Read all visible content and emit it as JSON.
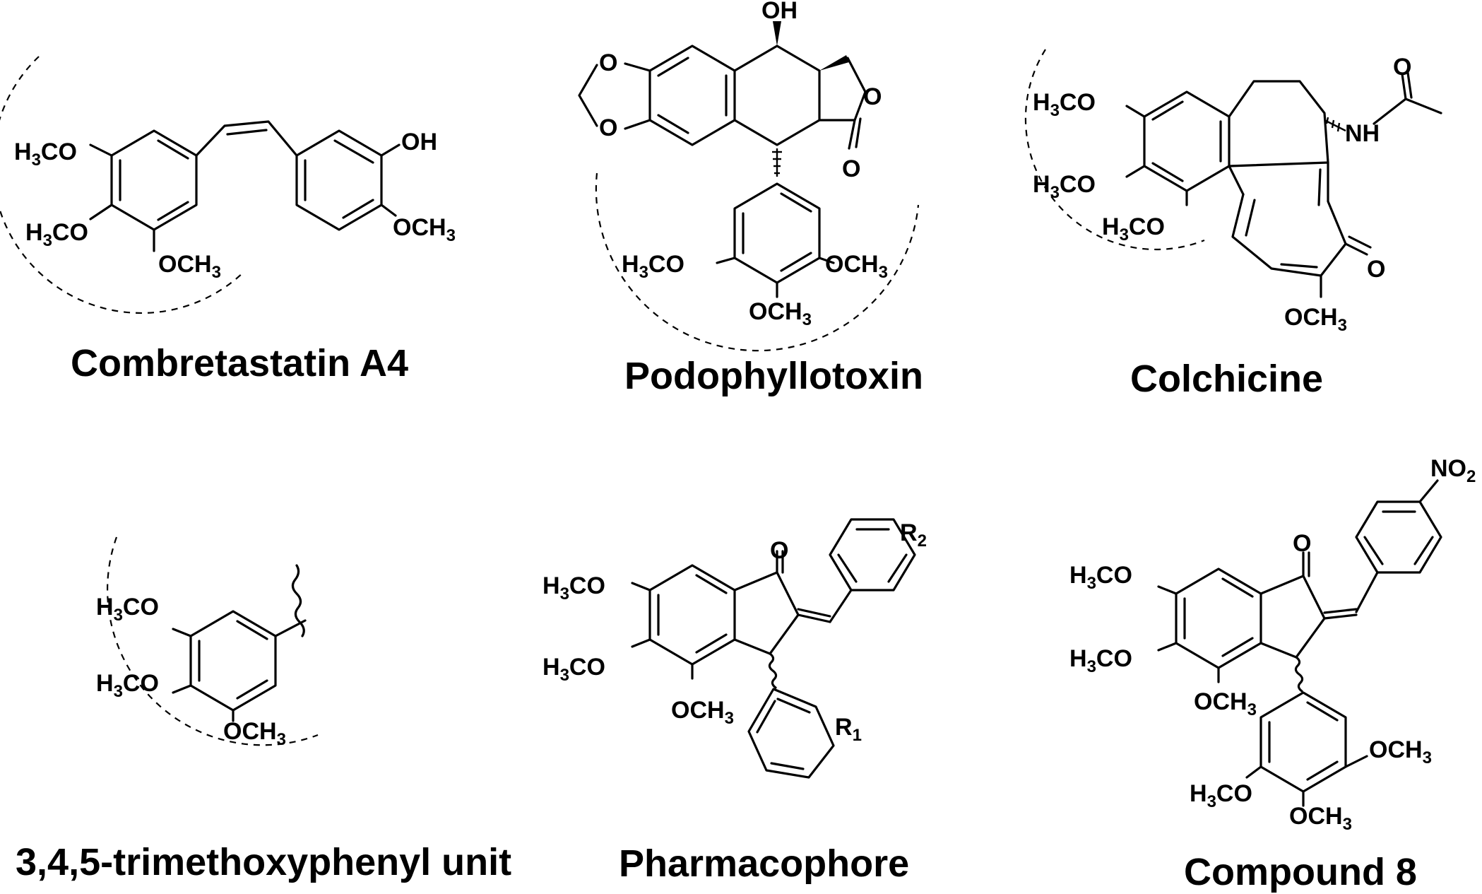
{
  "captions": {
    "combretastatin": "Combretastatin A4",
    "podophyllotoxin": "Podophyllotoxin",
    "colchicine": "Colchicine",
    "tmp_unit": "3,4,5-trimethoxyphenyl unit",
    "pharmacophore": "Pharmacophore",
    "compound8": "Compound 8"
  },
  "groups": {
    "h3co": "H",
    "h3co_sub": "3",
    "h3co_tail": "CO",
    "och3": "OCH",
    "och3_sub": "3",
    "oh": "OH",
    "o": "O",
    "nh": "NH",
    "no2": "NO",
    "no2_sub": "2",
    "r": "R",
    "r1_sub": "1",
    "r2_sub": "2"
  }
}
